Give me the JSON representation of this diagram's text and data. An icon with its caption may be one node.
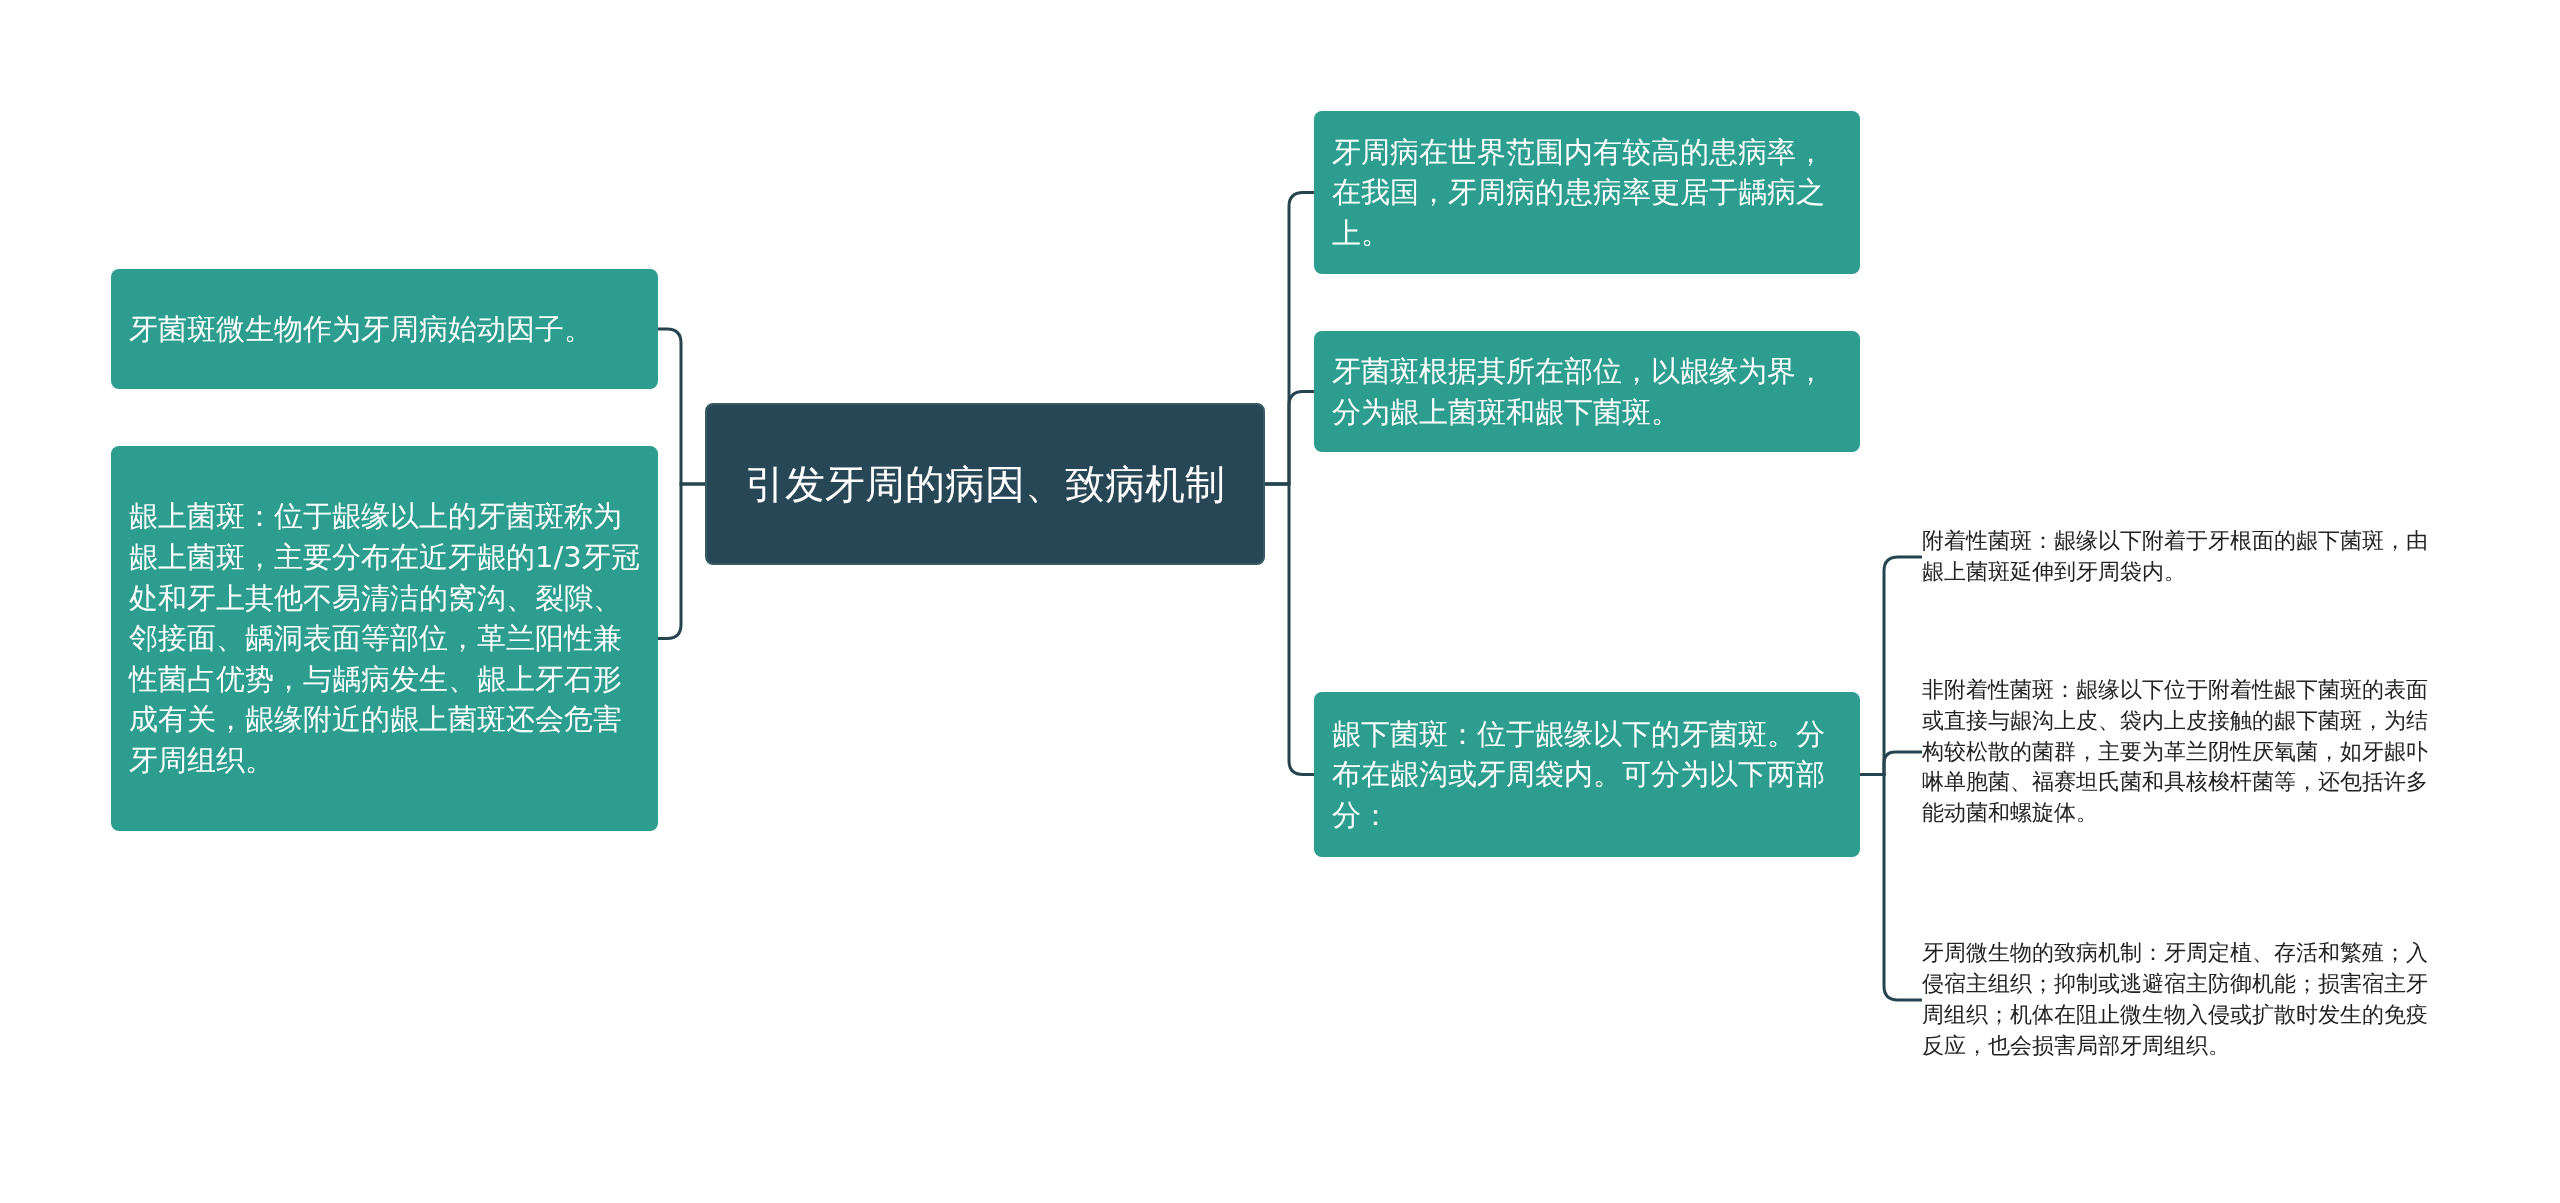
{
  "diagram": {
    "nodes": [
      {
        "text": [
          "引发牙周的病因、致病机制"
        ]
      },
      {
        "text": [
          "牙菌斑微生物作为牙周病始动因子。"
        ]
      },
      {
        "text": [
          "龈上菌斑：位于龈缘以上的牙菌斑称为龈上菌斑，主要分布在近牙龈的1/3牙冠处和牙上其他不易清洁的窝沟、裂隙、邻接面、龋洞表面等部位，革兰阳性兼性菌占优势，与龋病发生、龈上牙石形成有关，龈缘附近的龈上菌斑还会危害牙周组织。"
        ]
      },
      {
        "text": [
          "牙周病在世界范围内有较高的患病率，在我国，牙周病的患病率更居于龋病之上。"
        ]
      },
      {
        "text": [
          "牙菌斑根据其所在部位，以龈缘为界，分为龈上菌斑和龈下菌斑。"
        ]
      },
      {
        "text": [
          "龈下菌斑：位于龈缘以下的牙菌斑。分布在龈沟或牙周袋内。可分为以下两部分："
        ]
      },
      {
        "text": [
          "附着性菌斑：龈缘以下附着于牙根面的龈下菌斑，由龈上菌斑延伸到牙周袋内。"
        ]
      },
      {
        "text": [
          "非附着性菌斑：龈缘以下位于附着性龈下菌斑的表面或直接与龈沟上皮、袋内上皮接触的龈下菌斑，为结构较松散的菌群，主要为革兰阴性厌氧菌，如牙龈卟啉单胞菌、福赛坦氏菌和具核梭杆菌等，还包括许多能动菌和螺旋体。"
        ]
      },
      {
        "text": [
          "牙周微生物的致病机制：牙周定植、存活和繁殖；入侵宿主组织；抑制或逃避宿主防御机能；损害宿主牙周组织；机体在阻止微生物入侵或扩散时发生的免疫反应，也会损害局部牙周组织。"
        ]
      }
    ],
    "edges": [
      {
        "from": 0,
        "to": 1,
        "arrow": "none"
      },
      {
        "from": 0,
        "to": 2,
        "arrow": "none"
      },
      {
        "from": 0,
        "to": 3,
        "arrow": "none"
      },
      {
        "from": 0,
        "to": 4,
        "arrow": "none"
      },
      {
        "from": 0,
        "to": 5,
        "arrow": "none"
      },
      {
        "from": 5,
        "to": 6,
        "arrow": "none"
      },
      {
        "from": 5,
        "to": 7,
        "arrow": "none"
      },
      {
        "from": 5,
        "to": 8,
        "arrow": "none"
      }
    ]
  }
}
